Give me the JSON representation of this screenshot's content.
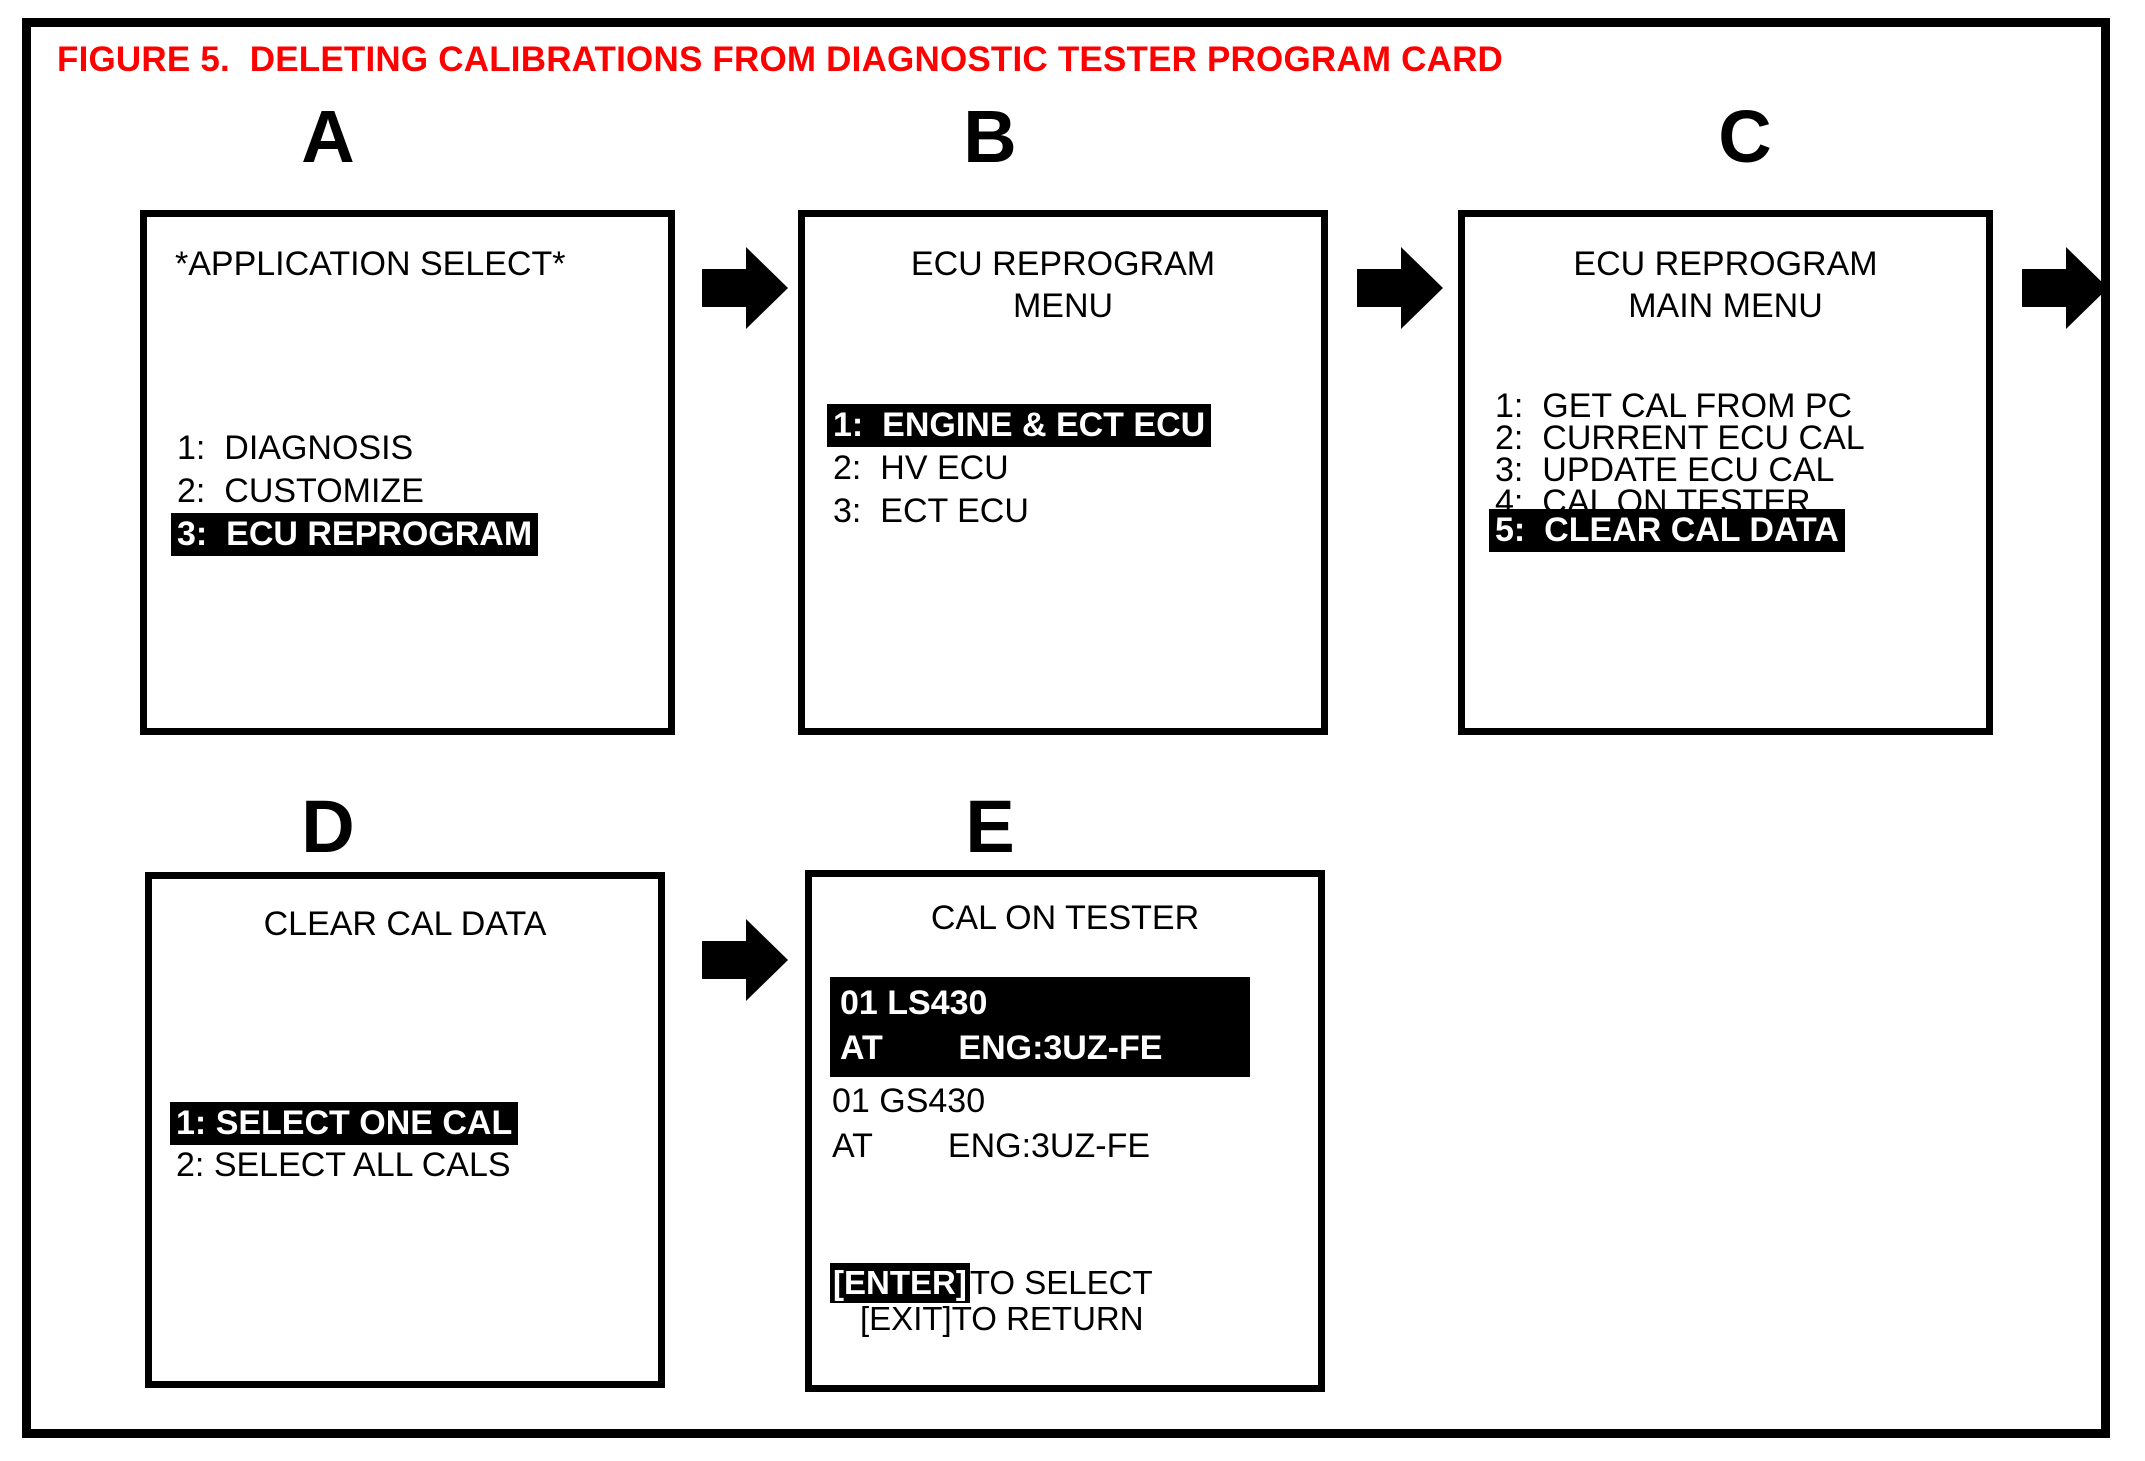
{
  "figure": {
    "title": "FIGURE 5.  DELETING CALIBRATIONS FROM DIAGNOSTIC TESTER PROGRAM CARD",
    "title_color": "#fe0000",
    "frame_color": "#000000",
    "background": "#ffffff"
  },
  "panels": {
    "a": {
      "letter": "A",
      "title": "*APPLICATION SELECT*",
      "items": [
        {
          "index": "1:",
          "label": "DIAGNOSIS",
          "highlighted": false
        },
        {
          "index": "2:",
          "label": "CUSTOMIZE",
          "highlighted": false
        },
        {
          "index": "3:",
          "label": "ECU REPROGRAM",
          "highlighted": true
        }
      ]
    },
    "b": {
      "letter": "B",
      "title_line1": "ECU REPROGRAM",
      "title_line2": "MENU",
      "items": [
        {
          "index": "1:",
          "label": "ENGINE & ECT ECU",
          "highlighted": true
        },
        {
          "index": "2:",
          "label": "HV ECU",
          "highlighted": false
        },
        {
          "index": "3:",
          "label": "ECT ECU",
          "highlighted": false
        }
      ]
    },
    "c": {
      "letter": "C",
      "title_line1": "ECU REPROGRAM",
      "title_line2": "MAIN MENU",
      "items": [
        {
          "index": "1:",
          "label": "GET CAL FROM PC",
          "highlighted": false
        },
        {
          "index": "2:",
          "label": "CURRENT ECU CAL",
          "highlighted": false
        },
        {
          "index": "3:",
          "label": "UPDATE ECU CAL",
          "highlighted": false
        },
        {
          "index": "4:",
          "label": "CAL ON TESTER",
          "highlighted": false
        },
        {
          "index": "5:",
          "label": "CLEAR CAL DATA",
          "highlighted": true
        }
      ]
    },
    "d": {
      "letter": "D",
      "title": "CLEAR CAL DATA",
      "items": [
        {
          "index": "1:",
          "label": "SELECT ONE CAL",
          "highlighted": true
        },
        {
          "index": "2:",
          "label": "SELECT ALL CALS",
          "highlighted": false
        }
      ]
    },
    "e": {
      "letter": "E",
      "title": "CAL ON TESTER",
      "entries": [
        {
          "line1": "01 LS430",
          "line2_left": "AT",
          "line2_right": "ENG:3UZ-FE",
          "highlighted": true
        },
        {
          "line1": "01 GS430",
          "line2_left": "AT",
          "line2_right": "ENG:3UZ-FE",
          "highlighted": false
        }
      ],
      "footer": {
        "enter_key": "[ENTER]",
        "enter_text": "TO SELECT",
        "exit_key": "[EXIT]",
        "exit_text": "TO RETURN"
      }
    }
  },
  "arrows": {
    "a_to_b": "arrow-right-icon",
    "b_to_c": "arrow-right-icon",
    "c_to_d": "arrow-right-icon",
    "d_to_e": "arrow-right-icon"
  }
}
